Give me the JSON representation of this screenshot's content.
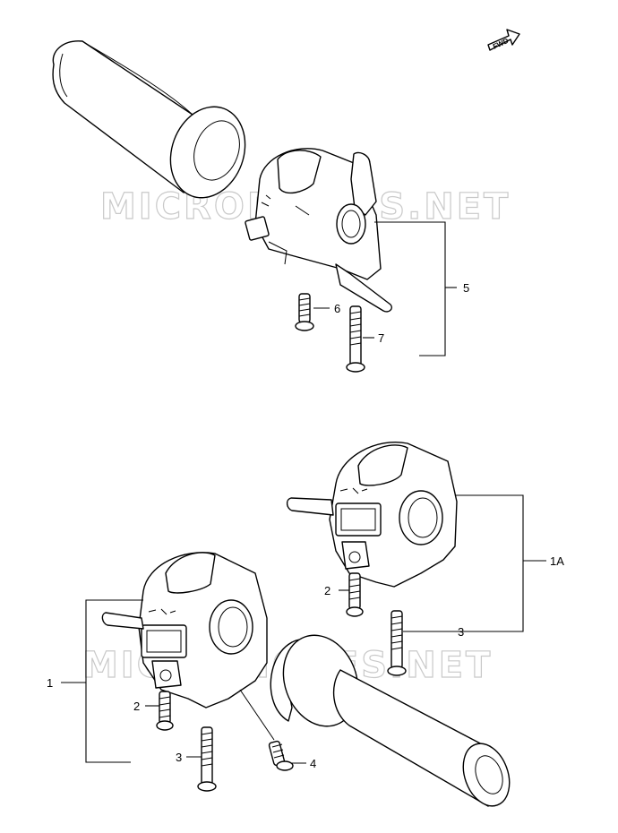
{
  "diagram": {
    "watermark_text": "MICROFICHES.NET",
    "direction_badge": "FWD",
    "callouts": [
      {
        "id": "c5",
        "text": "5"
      },
      {
        "id": "c6",
        "text": "6"
      },
      {
        "id": "c7",
        "text": "7"
      },
      {
        "id": "c1A",
        "text": "1A"
      },
      {
        "id": "c2a",
        "text": "2"
      },
      {
        "id": "c3a",
        "text": "3"
      },
      {
        "id": "c1",
        "text": "1"
      },
      {
        "id": "c2b",
        "text": "2"
      },
      {
        "id": "c3b",
        "text": "3"
      },
      {
        "id": "c4",
        "text": "4"
      }
    ],
    "line_color": "#000000",
    "watermark_color": "#c9c9c9"
  }
}
